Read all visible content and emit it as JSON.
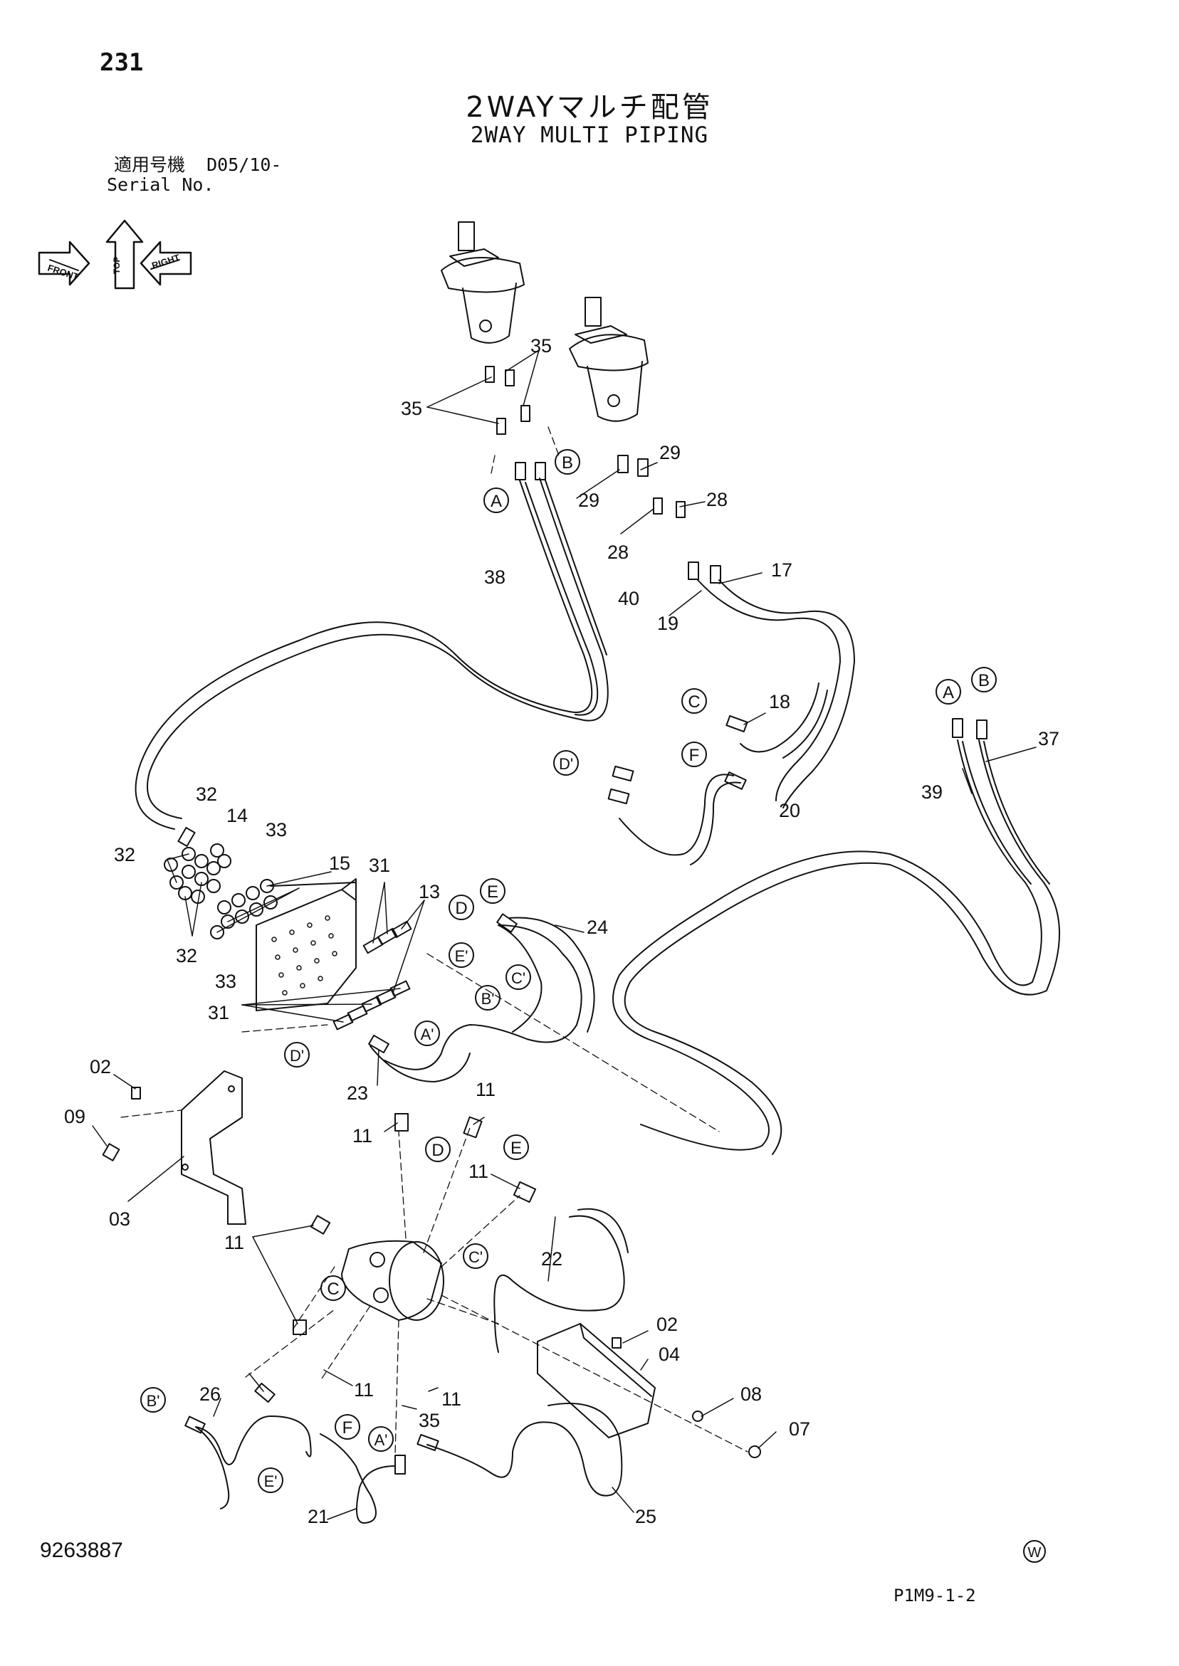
{
  "header": {
    "page_number": "231",
    "title_jp": "2WAYマルチ配管",
    "title_en": "2WAY MULTI PIPING",
    "serial_label_jp": "適用号機",
    "serial_value": "D05/10-",
    "serial_label_en": "Serial No."
  },
  "orientation_badge": {
    "top": "TOP",
    "front": "FRONT",
    "right": "RIGHT",
    "icon": "orientation-arrows-icon"
  },
  "footer": {
    "doc_number": "9263887",
    "watermark": "W",
    "figure_code": "P1M9-1-2"
  },
  "callouts": [
    {
      "id": "35a",
      "text": "35"
    },
    {
      "id": "35b",
      "text": "35"
    },
    {
      "id": "29a",
      "text": "29"
    },
    {
      "id": "29b",
      "text": "29"
    },
    {
      "id": "28a",
      "text": "28"
    },
    {
      "id": "28b",
      "text": "28"
    },
    {
      "id": "38",
      "text": "38"
    },
    {
      "id": "40",
      "text": "40"
    },
    {
      "id": "17",
      "text": "17"
    },
    {
      "id": "19",
      "text": "19"
    },
    {
      "id": "18",
      "text": "18"
    },
    {
      "id": "37",
      "text": "37"
    },
    {
      "id": "39",
      "text": "39"
    },
    {
      "id": "20",
      "text": "20"
    },
    {
      "id": "32a",
      "text": "32"
    },
    {
      "id": "32b",
      "text": "32"
    },
    {
      "id": "32c",
      "text": "32"
    },
    {
      "id": "14",
      "text": "14"
    },
    {
      "id": "33a",
      "text": "33"
    },
    {
      "id": "33b",
      "text": "33"
    },
    {
      "id": "15",
      "text": "15"
    },
    {
      "id": "31a",
      "text": "31"
    },
    {
      "id": "31b",
      "text": "31"
    },
    {
      "id": "13",
      "text": "13"
    },
    {
      "id": "24",
      "text": "24"
    },
    {
      "id": "23",
      "text": "23"
    },
    {
      "id": "02a",
      "text": "02"
    },
    {
      "id": "09",
      "text": "09"
    },
    {
      "id": "03",
      "text": "03"
    },
    {
      "id": "11a",
      "text": "11"
    },
    {
      "id": "11b",
      "text": "11"
    },
    {
      "id": "11c",
      "text": "11"
    },
    {
      "id": "11d",
      "text": "11"
    },
    {
      "id": "11e",
      "text": "11"
    },
    {
      "id": "11f",
      "text": "11"
    },
    {
      "id": "22",
      "text": "22"
    },
    {
      "id": "02b",
      "text": "02"
    },
    {
      "id": "04",
      "text": "04"
    },
    {
      "id": "08",
      "text": "08"
    },
    {
      "id": "07",
      "text": "07"
    },
    {
      "id": "35c",
      "text": "35"
    },
    {
      "id": "26",
      "text": "26"
    },
    {
      "id": "21",
      "text": "21"
    },
    {
      "id": "25",
      "text": "25"
    }
  ],
  "connection_markers": [
    {
      "id": "A1",
      "text": "A"
    },
    {
      "id": "B1",
      "text": "B"
    },
    {
      "id": "C1",
      "text": "C"
    },
    {
      "id": "F1",
      "text": "F"
    },
    {
      "id": "Dp1",
      "text": "D'"
    },
    {
      "id": "A2",
      "text": "A"
    },
    {
      "id": "B2",
      "text": "B"
    },
    {
      "id": "E1",
      "text": "E"
    },
    {
      "id": "D1",
      "text": "D"
    },
    {
      "id": "Ep1",
      "text": "E'"
    },
    {
      "id": "Cp1",
      "text": "C'"
    },
    {
      "id": "Bp1",
      "text": "B'"
    },
    {
      "id": "Ap1",
      "text": "A'"
    },
    {
      "id": "Dp2",
      "text": "D'"
    },
    {
      "id": "D2",
      "text": "D"
    },
    {
      "id": "E2",
      "text": "E"
    },
    {
      "id": "Cp2",
      "text": "C'"
    },
    {
      "id": "C2",
      "text": "C"
    },
    {
      "id": "Bp2",
      "text": "B'"
    },
    {
      "id": "F2",
      "text": "F"
    },
    {
      "id": "Ap2",
      "text": "A'"
    },
    {
      "id": "Ep2",
      "text": "E'"
    }
  ]
}
